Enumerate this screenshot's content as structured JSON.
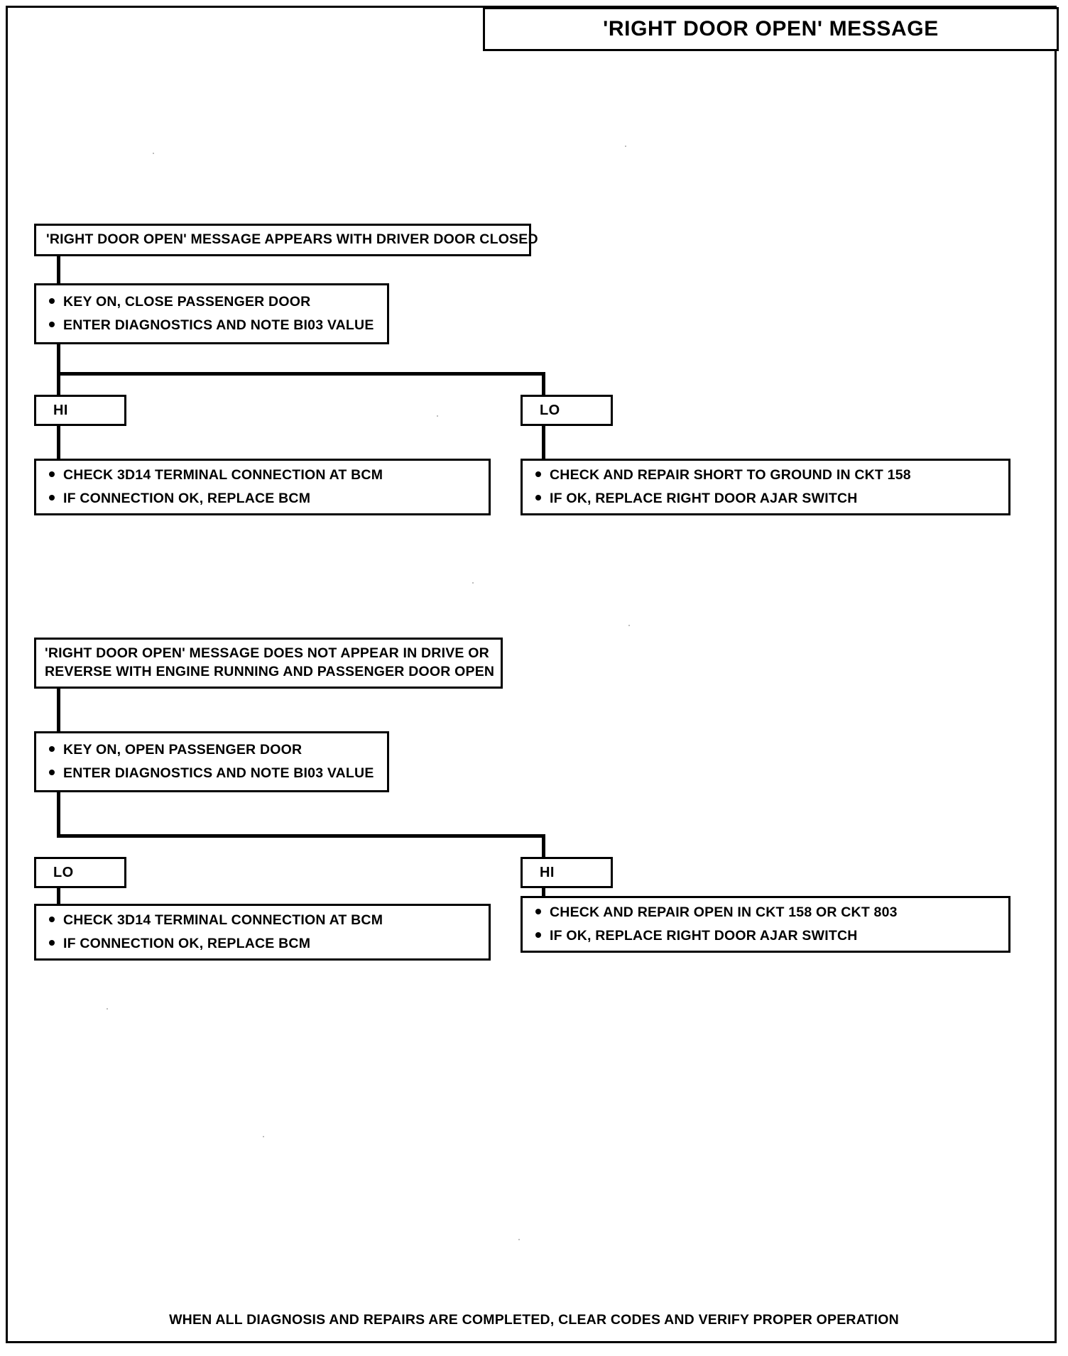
{
  "page": {
    "title": "'RIGHT DOOR OPEN' MESSAGE",
    "footer": "WHEN ALL DIAGNOSIS AND REPAIRS ARE COMPLETED, CLEAR CODES AND VERIFY PROPER OPERATION"
  },
  "chart_data": {
    "type": "diagram",
    "diagram_kind": "troubleshooting-flowchart",
    "title": "'RIGHT DOOR OPEN' MESSAGE",
    "sections": [
      {
        "id": "section-1",
        "condition": "'RIGHT DOOR OPEN' MESSAGE APPEARS WITH DRIVER DOOR CLOSED",
        "test": [
          "KEY ON, CLOSE PASSENGER DOOR",
          "ENTER DIAGNOSTICS AND NOTE BI03 VALUE"
        ],
        "branches": [
          {
            "label": "HI",
            "side": "left",
            "actions": [
              "CHECK 3D14 TERMINAL CONNECTION AT BCM",
              "IF CONNECTION OK, REPLACE BCM"
            ]
          },
          {
            "label": "LO",
            "side": "right",
            "actions": [
              "CHECK AND REPAIR SHORT TO GROUND IN CKT 158",
              "IF OK, REPLACE RIGHT DOOR AJAR SWITCH"
            ]
          }
        ]
      },
      {
        "id": "section-2",
        "condition_line1": "'RIGHT DOOR OPEN' MESSAGE DOES NOT APPEAR IN DRIVE OR",
        "condition_line2": "REVERSE WITH ENGINE RUNNING AND PASSENGER DOOR OPEN",
        "condition": "'RIGHT DOOR OPEN' MESSAGE DOES NOT APPEAR IN DRIVE OR REVERSE WITH ENGINE RUNNING AND PASSENGER DOOR OPEN",
        "test": [
          "KEY ON, OPEN PASSENGER DOOR",
          "ENTER DIAGNOSTICS AND NOTE BI03 VALUE"
        ],
        "branches": [
          {
            "label": "LO",
            "side": "left",
            "actions": [
              "CHECK 3D14 TERMINAL CONNECTION AT BCM",
              "IF CONNECTION OK, REPLACE BCM"
            ]
          },
          {
            "label": "HI",
            "side": "right",
            "actions": [
              "CHECK AND REPAIR OPEN IN CKT 158 OR CKT 803",
              "IF OK, REPLACE RIGHT DOOR AJAR SWITCH"
            ]
          }
        ]
      }
    ],
    "footer_note": "WHEN ALL DIAGNOSIS AND REPAIRS ARE COMPLETED, CLEAR CODES AND VERIFY PROPER OPERATION",
    "colors": {
      "line": "#000000",
      "background": "#ffffff"
    }
  }
}
